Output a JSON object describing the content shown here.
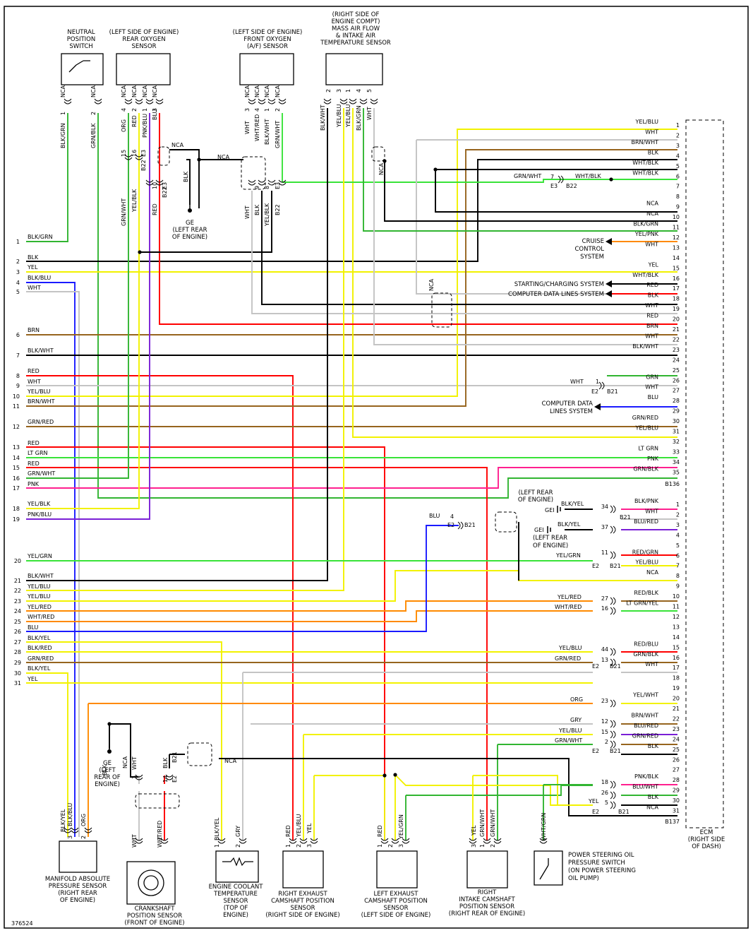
{
  "diagram_id": "376524",
  "colors": {
    "GRN": "#31b531",
    "LTGRN": "#39e339",
    "BLK": "#000000",
    "WHT": "#c4c4c4",
    "YEL": "#f2f200",
    "BLU": "#1a1aff",
    "RED": "#ff0000",
    "BRN": "#96641e",
    "ORG": "#ff8a00",
    "PNK": "#ff1f8f",
    "VIO": "#7a1fd6",
    "GRY": "#9a9a9a"
  },
  "left_pins_a": [
    "1",
    "2",
    "3",
    "4",
    "5",
    "6",
    "7",
    "8",
    "9",
    "10",
    "11",
    "12",
    "13",
    "14",
    "15",
    "16",
    "17",
    "18",
    "19"
  ],
  "left_pins_b": [
    "20",
    "21",
    "22",
    "23",
    "24",
    "25",
    "26",
    "27",
    "28",
    "29",
    "30",
    "31"
  ],
  "ecm": {
    "caption": [
      "ECM",
      "(RIGHT SIDE",
      "OF DASH)"
    ],
    "conn_a": "B136",
    "conn_b": "B137",
    "rows_a": [
      {
        "n": "1",
        "label": "YEL/BLU"
      },
      {
        "n": "2",
        "label": "WHT"
      },
      {
        "n": "3",
        "label": "BRN/WHT"
      },
      {
        "n": "4",
        "label": "BLK"
      },
      {
        "n": "5",
        "label": "WHT/BLK"
      },
      {
        "n": "6",
        "label": "WHT/BLK"
      },
      {
        "n": "7",
        "label": ""
      },
      {
        "n": "8",
        "label": ""
      },
      {
        "n": "9",
        "label": "NCA"
      },
      {
        "n": "10",
        "label": "NCA"
      },
      {
        "n": "11",
        "label": "BLK/GRN"
      },
      {
        "n": "12",
        "label": "YEL/PNK"
      },
      {
        "n": "13",
        "label": "WHT"
      },
      {
        "n": "14",
        "label": ""
      },
      {
        "n": "15",
        "label": "YEL"
      },
      {
        "n": "16",
        "label": "WHT/BLK"
      },
      {
        "n": "17",
        "label": "RED"
      },
      {
        "n": "18",
        "label": "BLK"
      },
      {
        "n": "19",
        "label": "WHT"
      },
      {
        "n": "20",
        "label": "RED"
      },
      {
        "n": "21",
        "label": "BRN"
      },
      {
        "n": "22",
        "label": "WHT"
      },
      {
        "n": "23",
        "label": "BLK/WHT"
      },
      {
        "n": "24",
        "label": ""
      },
      {
        "n": "25",
        "label": ""
      },
      {
        "n": "26",
        "label": "GRN"
      },
      {
        "n": "27",
        "label": "WHT"
      },
      {
        "n": "28",
        "label": "BLU"
      },
      {
        "n": "29",
        "label": ""
      },
      {
        "n": "30",
        "label": "GRN/RED"
      },
      {
        "n": "31",
        "label": "YEL/BLU"
      },
      {
        "n": "32",
        "label": ""
      },
      {
        "n": "33",
        "label": "LT GRN"
      },
      {
        "n": "34",
        "label": "PNK"
      },
      {
        "n": "35",
        "label": "GRN/BLK"
      }
    ],
    "rows_b": [
      {
        "n": "1",
        "label": "BLK/PNK"
      },
      {
        "n": "2",
        "label": "WHT"
      },
      {
        "n": "3",
        "label": "BLU/RED"
      },
      {
        "n": "4",
        "label": ""
      },
      {
        "n": "5",
        "label": ""
      },
      {
        "n": "6",
        "label": "RED/GRN"
      },
      {
        "n": "7",
        "label": "YEL/BLU"
      },
      {
        "n": "8",
        "label": "NCA"
      },
      {
        "n": "9",
        "label": ""
      },
      {
        "n": "10",
        "label": "RED/BLK"
      },
      {
        "n": "11",
        "label": "LT GRN/YEL"
      },
      {
        "n": "12",
        "label": ""
      },
      {
        "n": "13",
        "label": ""
      },
      {
        "n": "14",
        "label": ""
      },
      {
        "n": "15",
        "label": "RED/BLU"
      },
      {
        "n": "16",
        "label": "GRN/BLK"
      },
      {
        "n": "17",
        "label": "WHT"
      },
      {
        "n": "18",
        "label": ""
      },
      {
        "n": "19",
        "label": ""
      },
      {
        "n": "20",
        "label": "YEL/WHT"
      },
      {
        "n": "21",
        "label": ""
      },
      {
        "n": "22",
        "label": "BRN/WHT"
      },
      {
        "n": "23",
        "label": "BLU/RED"
      },
      {
        "n": "24",
        "label": "GRN/RED"
      },
      {
        "n": "25",
        "label": "BLK"
      },
      {
        "n": "26",
        "label": ""
      },
      {
        "n": "27",
        "label": ""
      },
      {
        "n": "28",
        "label": "PNK/BLK"
      },
      {
        "n": "29",
        "label": "BLU/WHT"
      },
      {
        "n": "30",
        "label": "BLK"
      },
      {
        "n": "31",
        "label": "NCA"
      }
    ]
  },
  "components": {
    "neutral_switch": [
      "NEUTRAL",
      "POSITION",
      "SWITCH"
    ],
    "rear_o2": [
      "(LEFT SIDE OF ENGINE)",
      "REAR OXYGEN",
      "SENSOR"
    ],
    "front_o2": [
      "(LEFT SIDE OF ENGINE)",
      "FRONT OXYGEN",
      "(A/F) SENSOR"
    ],
    "maf": [
      "(RIGHT SIDE OF",
      "ENGINE COMPT)",
      "MASS AIR FLOW",
      "& INTAKE AIR",
      "TEMPERATURE SENSOR"
    ],
    "map_sensor": [
      "MANIFOLD ABSOLUTE",
      "PRESSURE SENSOR",
      "(RIGHT REAR",
      "OF ENGINE)"
    ],
    "ckp": [
      "CRANKSHAFT",
      "POSITION SENSOR",
      "(FRONT OF ENGINE)"
    ],
    "ect": [
      "ENGINE COOLANT",
      "TEMPERATURE",
      "SENSOR",
      "(TOP OF",
      "ENGINE)"
    ],
    "right_exh_cmp": [
      "RIGHT EXHAUST",
      "CAMSHAFT POSITION",
      "SENSOR",
      "(RIGHT SIDE OF ENGINE)"
    ],
    "left_exh_cmp": [
      "LEFT EXHAUST",
      "CAMSHAFT POSITION",
      "SENSOR",
      "(LEFT SIDE OF ENGINE)"
    ],
    "right_int_cmp": [
      "RIGHT",
      "INTAKE CAMSHAFT",
      "POSITION SENSOR",
      "(RIGHT REAR OF ENGINE)"
    ],
    "ps_switch": [
      "POWER STEERING OIL",
      "PRESSURE SWITCH",
      "(ON POWER STEERING",
      "OIL PUMP)"
    ]
  },
  "grounds": {
    "ge_rear": [
      "GE",
      "(LEFT REAR",
      "OF ENGINE)"
    ],
    "ge_left": [
      "GE",
      "(LEFT",
      "REAR OF",
      "ENGINE)"
    ],
    "ge1": [
      "(LEFT REAR",
      "OF ENGINE)"
    ],
    "ge2": [
      "(LEFT REAR",
      "OF ENGINE)"
    ],
    "ge1_name": "GEI",
    "ge2_name": "GEI"
  },
  "systems": {
    "cruise": [
      "CRUISE",
      "CONTROL",
      "SYSTEM"
    ],
    "starting": "STARTING/CHARGING SYSTEM",
    "data1": "COMPUTER DATA LINES SYSTEM",
    "data2": [
      "COMPUTER DATA",
      "LINES SYSTEM"
    ]
  },
  "wire_labels": {
    "l1": "BLK/GRN",
    "l2": "BLK",
    "l3": "YEL",
    "l4": "BLK/BLU",
    "l5": "WHT",
    "l6": "BRN",
    "l7": "BLK/WHT",
    "l8": "RED",
    "l9": "WHT",
    "l10": "YEL/BLU",
    "l11": "BRN/WHT",
    "l12": "GRN/RED",
    "l13": "RED",
    "l14": "LT GRN",
    "l15": "RED",
    "l16": "GRN/WHT",
    "l17": "PNK",
    "l18": "YEL/BLK",
    "l19": "PNK/BLU",
    "l20": "YEL/GRN",
    "l21": "BLK/WHT",
    "l22": "YEL/BLU",
    "l23": "YEL/BLU",
    "l24": "YEL/RED",
    "l25": "WHT/RED",
    "l26": "BLU",
    "l27": "BLK/YEL",
    "l28": "BLK/RED",
    "l29": "GRN/RED",
    "l30": "BLK/YEL",
    "l31": "YEL",
    "nps1": "BLK/GRN",
    "nps2": "GRN/BLK",
    "nca": "NCA",
    "ro2_1": "ORG",
    "ro2_2": "RED",
    "ro2_3": "PNK/BLU",
    "ro2_4": "BLU",
    "ro2_5": "GRN/WHT",
    "ro2_6": "YEL/BLK",
    "ro2_7": "RED",
    "fo2_1": "WHT",
    "fo2_2": "WHT/RED",
    "fo2_3": "BLK/WHT",
    "fo2_4": "GRN/WHT",
    "fo2_5": "WHT",
    "fo2_6": "BLK",
    "fo2_7": "YEL/BLK",
    "fo2_8": "B22",
    "maf_1": "BLK/WHT",
    "maf_2": "YEL/BLU",
    "maf_3": "YEL/BLU",
    "maf_4": "BLK/GRN",
    "maf_5": "WHT",
    "gnd_blk": "BLK",
    "s_grnwht": "GRN/WHT",
    "s_whtblk": "WHT/BLK",
    "s_wht26": "WHT",
    "s_blkyel1": "BLK/YEL",
    "s_blkyel2": "BLK/YEL",
    "s_yelgrn": "YEL/GRN",
    "s_blu4": "BLU",
    "s_yelred": "YEL/RED",
    "s_whtred": "WHT/RED",
    "s_yelblu": "YEL/BLU",
    "s_grnred": "GRN/RED",
    "s_org": "ORG",
    "s_gry": "GRY",
    "s_yelblu2": "YEL/BLU",
    "s_grnwht2": "GRN/WHT",
    "s_yel": "YEL",
    "map_1": "BLK/YEL",
    "map_2": "BLK/BLU",
    "map_3": "ORG",
    "ckp_1": "WHT",
    "ckp_2": "WHT/RED",
    "ect_1": "BLK/YEL",
    "ect_2": "GRY",
    "rec_1": "RED",
    "rec_2": "YEL/BLU",
    "rec_3": "YEL",
    "lec_1": "RED",
    "lec_2": "YEL/GRN",
    "ric_1": "YEL",
    "ric_2": "GRN/WHT",
    "ric_3": "GRN/WHT",
    "psw": "WHT/GRN",
    "ckp_wht": "WHT",
    "ckp_blk": "BLK",
    "ckp_nca": "NCA",
    "ckp_b21": "B21",
    "ckp_e2": "E2"
  },
  "splice_pins": {
    "p7": "7",
    "e3": "E3",
    "b22": "B22",
    "p1": "1",
    "e2": "E2",
    "b21": "B21",
    "p4": "4",
    "p34": "34",
    "p37": "37",
    "p11": "11",
    "p5": "5",
    "p27": "27",
    "p16": "16",
    "p44": "44",
    "p13": "13",
    "p23": "23",
    "p12": "12",
    "p15": "15",
    "p2": "2",
    "p18": "18",
    "p26": "26",
    "ro2_p4": "4",
    "ro2_p2": "2",
    "ro2_p1": "1",
    "ro2_p3": "3",
    "ro2_p15": "15",
    "ro2_p16": "16",
    "ro2_p10": "10",
    "fo2_p3": "3",
    "fo2_p4": "4",
    "fo2_p1": "1",
    "fo2_p2": "2",
    "fo2_p9": "9",
    "fo2_p8": "8",
    "maf_p2": "2",
    "maf_p3": "3",
    "maf_p1": "1",
    "maf_p4": "4",
    "maf_p5": "5",
    "nps_p1": "1",
    "nps_p2": "2",
    "ckp_p3": "3",
    "ckp_p14": "14",
    "c3": "3",
    "c2": "2",
    "c1": "1"
  }
}
